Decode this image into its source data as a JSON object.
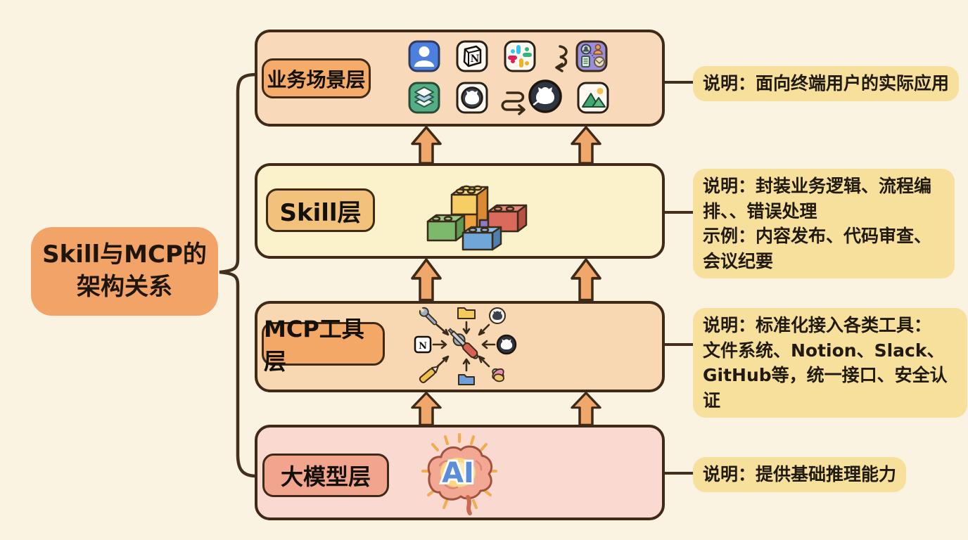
{
  "title": {
    "line1": "Skill与MCP的",
    "line2": "架构关系"
  },
  "layers": [
    {
      "name": "业务场景层",
      "note": "说明：面向终端用户的实际应用",
      "icons": [
        "user-icon",
        "notion-icon",
        "slack-icon",
        "curve-arrow-icon",
        "team-workflow-icon",
        "layer-stack-icon",
        "github-icon",
        "loop-arrow-icon",
        "github-icon",
        "image-icon"
      ]
    },
    {
      "name": "Skill层",
      "note": "说明：封装业务逻辑、流程编排、、错误处理\n示例：内容发布、代码审查、会议纪要",
      "illustration": "lego-bricks"
    },
    {
      "name": "MCP工具层",
      "note": "说明：标准化接入各类工具：\n文件系统、Notion、Slack、GitHub等，统一接口、安全认证",
      "illustration": "tools-hub",
      "hub_icons": [
        "wrench-icon",
        "folder-icon",
        "github-icon",
        "notion-icon",
        "github-icon",
        "pencil-icon",
        "folder-icon",
        "slack-knot-icon"
      ]
    },
    {
      "name": "大模型层",
      "note": "说明：提供基础推理能力",
      "illustration": "ai-brain",
      "brain_text": "AI"
    }
  ],
  "colors": {
    "background": "#FAF3E2",
    "outline": "#3E2A16",
    "annotation_bg": "#F7E09C",
    "arrow_fill": "#F0A76B",
    "title_bg": "#F2A368",
    "layer_business_bg": "#F8D9BA",
    "layer_business_label_bg": "#F5AC6B",
    "layer_skill_bg": "#FBF2CB",
    "layer_skill_label_bg": "#F2C27D",
    "layer_mcp_bg": "#F8D8B2",
    "layer_mcp_label_bg": "#F3A868",
    "layer_llm_bg": "#FAD9D0",
    "layer_llm_label_bg": "#F2A58E"
  }
}
